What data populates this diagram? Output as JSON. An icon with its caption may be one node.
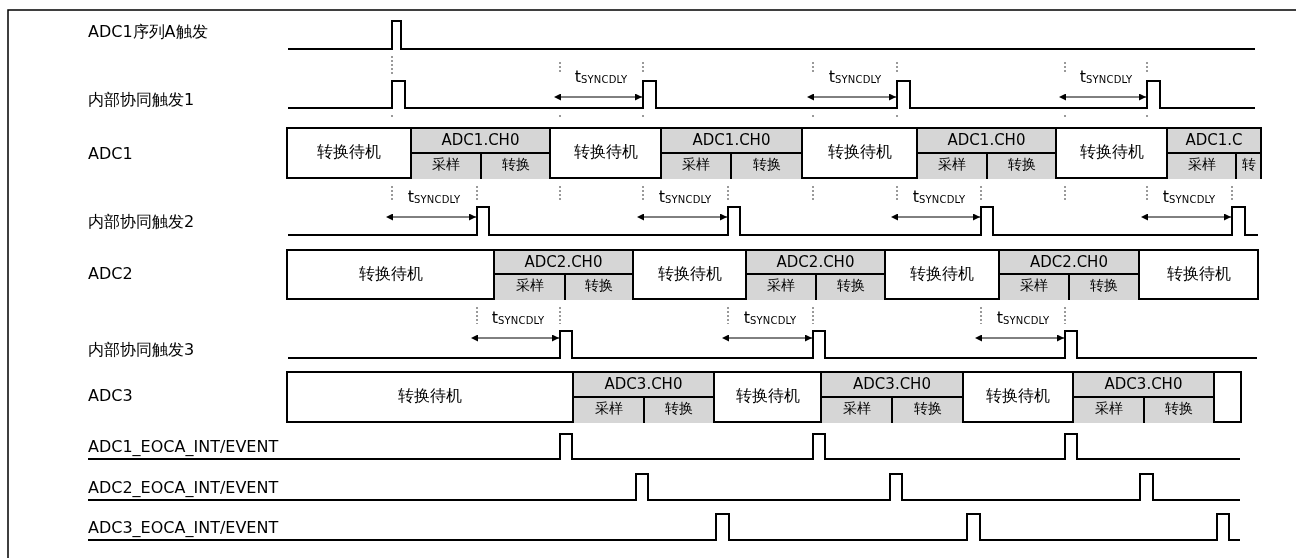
{
  "diagram": {
    "nodes": [
      {
        "text": [
          "转换待机"
        ]
      },
      {
        "text": [
          "ADC1.CH0"
        ]
      },
      {
        "text": [
          "采样"
        ],
        "in": 1
      },
      {
        "text": [
          "转换"
        ],
        "in": 1
      },
      {
        "text": [
          "转换待机"
        ]
      },
      {
        "text": [
          "ADC1.CH0"
        ]
      },
      {
        "text": [
          "采样"
        ],
        "in": 5
      },
      {
        "text": [
          "转换"
        ],
        "in": 5
      },
      {
        "text": [
          "转换待机"
        ]
      },
      {
        "text": [
          "ADC1.CH0"
        ]
      },
      {
        "text": [
          "采样"
        ],
        "in": 9
      },
      {
        "text": [
          "转换"
        ],
        "in": 9
      },
      {
        "text": [
          "转换待机"
        ]
      },
      {
        "text": [
          "ADC1.C"
        ]
      },
      {
        "text": [
          "采样"
        ],
        "in": 13
      },
      {
        "text": [
          "转"
        ],
        "in": 13
      },
      {
        "text": [
          "转换待机"
        ]
      },
      {
        "text": [
          "ADC2.CH0"
        ]
      },
      {
        "text": [
          "采样"
        ],
        "in": 17
      },
      {
        "text": [
          "转换"
        ],
        "in": 17
      },
      {
        "text": [
          "转换待机"
        ]
      },
      {
        "text": [
          "ADC2.CH0"
        ]
      },
      {
        "text": [
          "采样"
        ],
        "in": 21
      },
      {
        "text": [
          "转换"
        ],
        "in": 21
      },
      {
        "text": [
          "转换待机"
        ]
      },
      {
        "text": [
          "ADC2.CH0"
        ]
      },
      {
        "text": [
          "采样"
        ],
        "in": 25
      },
      {
        "text": [
          "转换"
        ],
        "in": 25
      },
      {
        "text": [
          "转换待机"
        ]
      },
      {
        "text": [
          "转换待机"
        ]
      },
      {
        "text": [
          "ADC3.CH0"
        ]
      },
      {
        "text": [
          "采样"
        ],
        "in": 30
      },
      {
        "text": [
          "转换"
        ],
        "in": 30
      },
      {
        "text": [
          "转换待机"
        ]
      },
      {
        "text": [
          "ADC3.CH0"
        ]
      },
      {
        "text": [
          "采样"
        ],
        "in": 34
      },
      {
        "text": [
          "转换"
        ],
        "in": 34
      },
      {
        "text": [
          "转换待机"
        ]
      },
      {
        "text": [
          "ADC3.CH0"
        ]
      },
      {
        "text": [
          "采样"
        ],
        "in": 38
      },
      {
        "text": [
          "转换"
        ],
        "in": 38
      },
      {
        "text": [],
        "shape": "box"
      }
    ],
    "labels": [
      "ADC1序列A触发",
      "t$_{SYNCDLY}$",
      "t$_{SYNCDLY}$",
      "t$_{SYNCDLY}$",
      "内部协同触发1",
      "ADC1",
      "t$_{SYNCDLY}$",
      "t$_{SYNCDLY}$",
      "t$_{SYNCDLY}$",
      "t$_{SYNCDLY}$",
      "内部协同触发2",
      "ADC2",
      "t$_{SYNCDLY}$",
      "t$_{SYNCDLY}$",
      "t$_{SYNCDLY}$",
      "内部协同触发3",
      "ADC3",
      "ADC1_EOCA_INT/EVENT",
      "ADC2_EOCA_INT/EVENT",
      "ADC3_EOCA_INT/EVENT"
    ]
  }
}
